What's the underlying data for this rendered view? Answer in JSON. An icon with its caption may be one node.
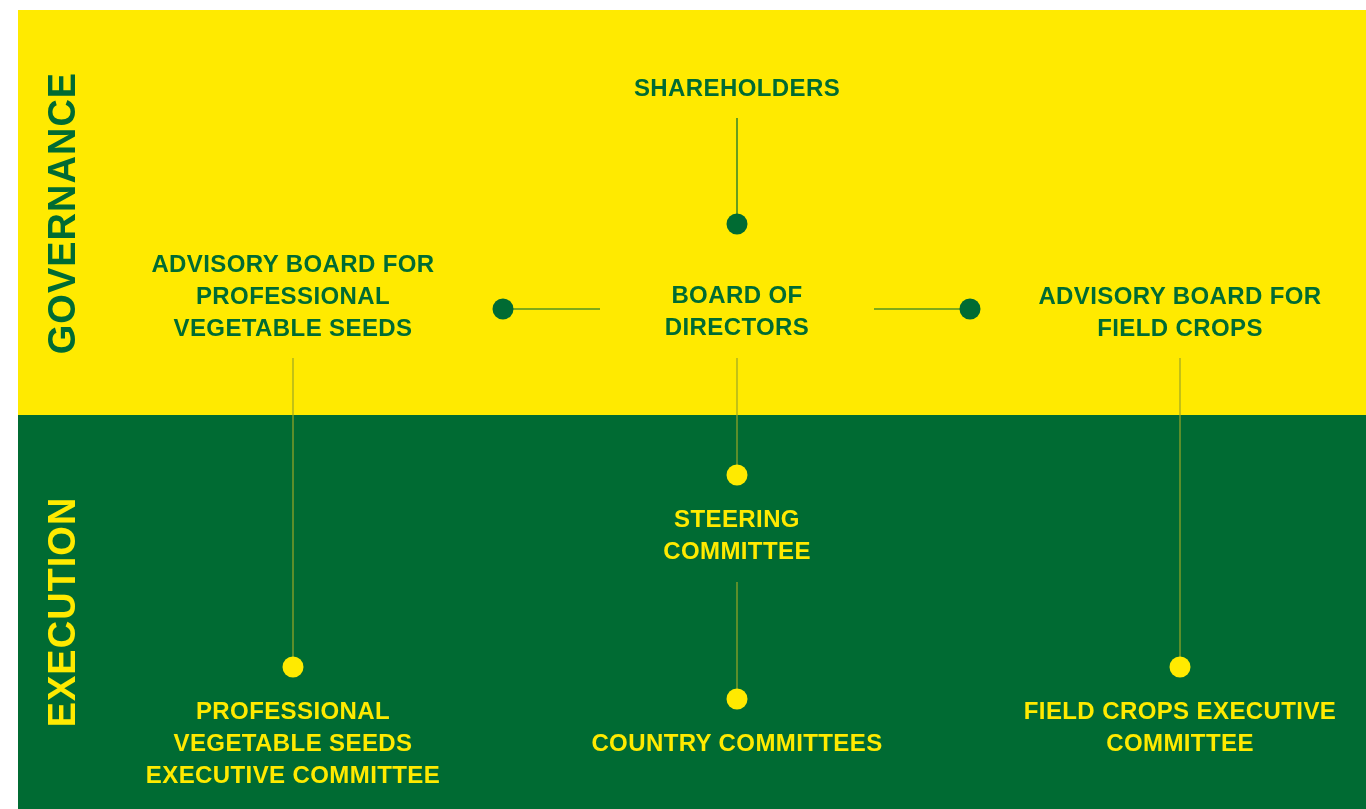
{
  "diagram": {
    "nodes": [
      {
        "text": [
          "GOVERNANCE"
        ]
      },
      {
        "text": [
          "SHAREHOLDERS"
        ],
        "in": 0
      },
      {
        "text": [
          "ADVISORY BOARD FOR PROFESSIONAL VEGETABLE SEEDS"
        ],
        "in": 0
      },
      {
        "text": [
          "BOARD OF DIRECTORS"
        ],
        "in": 0
      },
      {
        "text": [
          "ADVISORY BOARD FOR FIELD CROPS"
        ],
        "in": 0
      },
      {
        "text": [
          "EXECUTION"
        ]
      },
      {
        "text": [
          "STEERING COMMITTEE"
        ],
        "in": 5
      },
      {
        "text": [
          "PROFESSIONAL VEGETABLE SEEDS EXECUTIVE COMMITTEE"
        ],
        "in": 5
      },
      {
        "text": [
          "COUNTRY COMMITTEES"
        ],
        "in": 5
      },
      {
        "text": [
          "FIELD CROPS EXECUTIVE COMMITTEE"
        ],
        "in": 5
      }
    ],
    "edges": [
      {
        "from": 1,
        "to": 3,
        "arrow": "other",
        "color": "#006b33"
      },
      {
        "from": 3,
        "to": 2,
        "arrow": "other",
        "color": "#006b33"
      },
      {
        "from": 3,
        "to": 4,
        "arrow": "other",
        "color": "#006b33"
      },
      {
        "from": 3,
        "to": 6,
        "arrow": "other"
      },
      {
        "from": 2,
        "to": 7,
        "arrow": "other"
      },
      {
        "from": 6,
        "to": 8,
        "arrow": "other"
      },
      {
        "from": 4,
        "to": 9,
        "arrow": "other"
      }
    ]
  }
}
